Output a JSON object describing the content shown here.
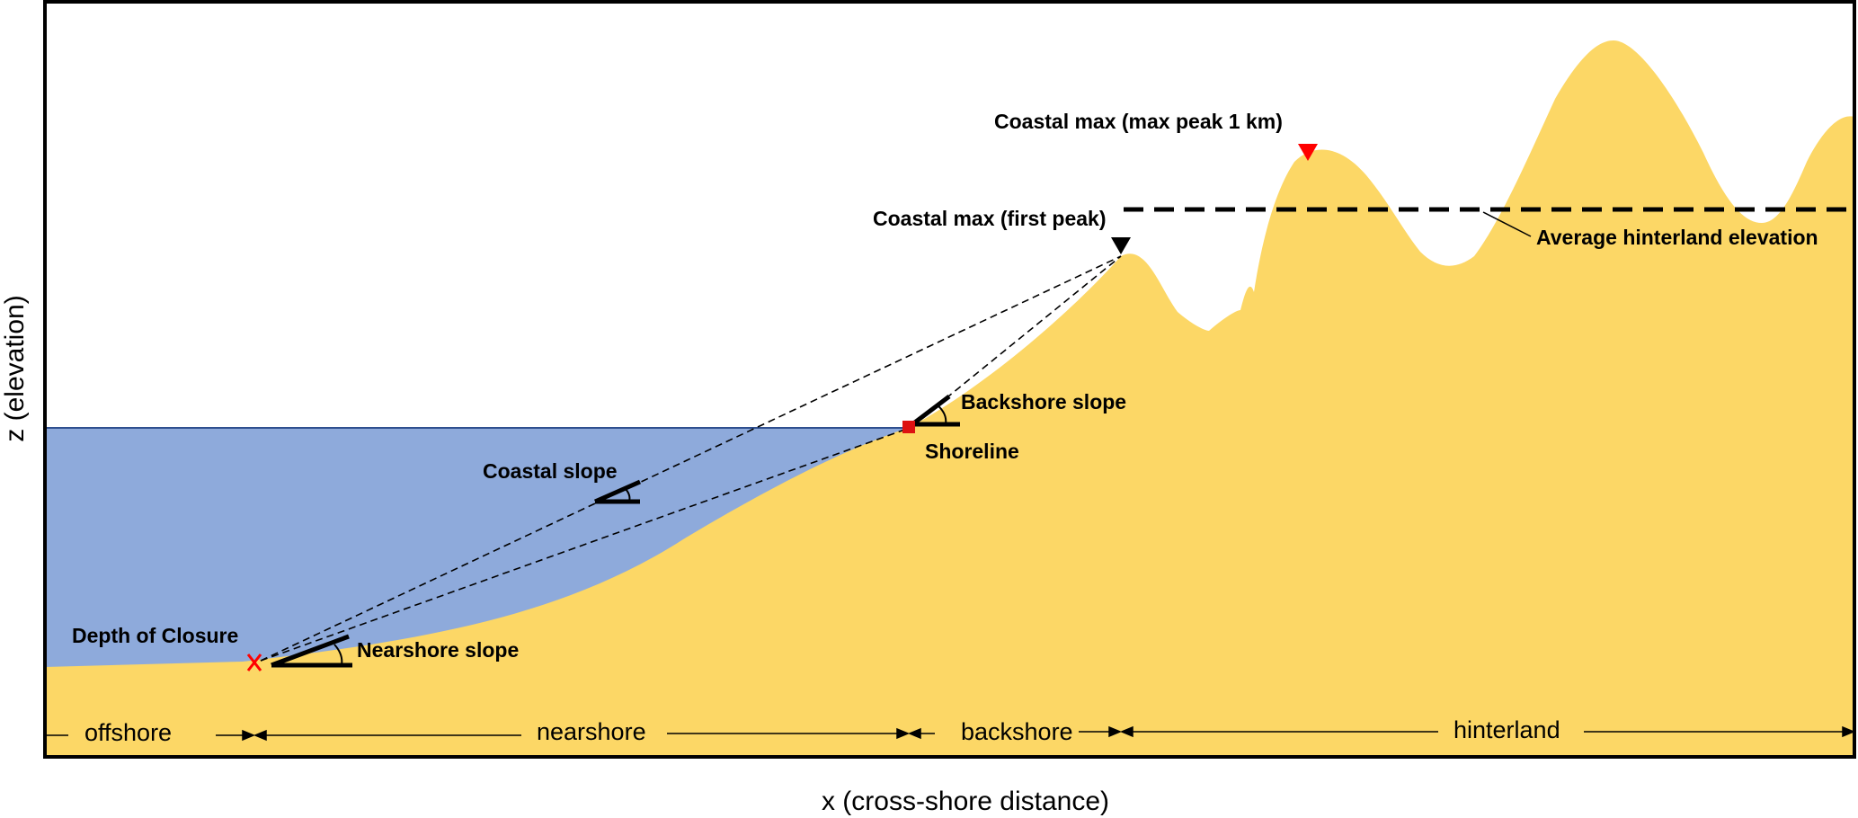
{
  "labels": {
    "coastal_max_peak": "Coastal max (max peak 1 km)",
    "coastal_max_first": "Coastal max (first peak)",
    "avg_hinterland": "Average hinterland elevation",
    "backshore_slope": "Backshore slope",
    "shoreline": "Shoreline",
    "coastal_slope": "Coastal slope",
    "depth_of_closure": "Depth of Closure",
    "nearshore_slope": "Nearshore slope"
  },
  "zones": {
    "offshore": "offshore",
    "nearshore": "nearshore",
    "backshore": "backshore",
    "hinterland": "hinterland"
  },
  "axes": {
    "x": "x (cross-shore distance)",
    "y": "z (elevation)"
  },
  "colors": {
    "land": "#fcd766",
    "water": "#8eaadb",
    "waterline": "#2f4f8f",
    "marker_red": "#ff0000",
    "marker_black": "#000000",
    "shoreline_marker": "#dd1111",
    "frame": "#000000"
  }
}
